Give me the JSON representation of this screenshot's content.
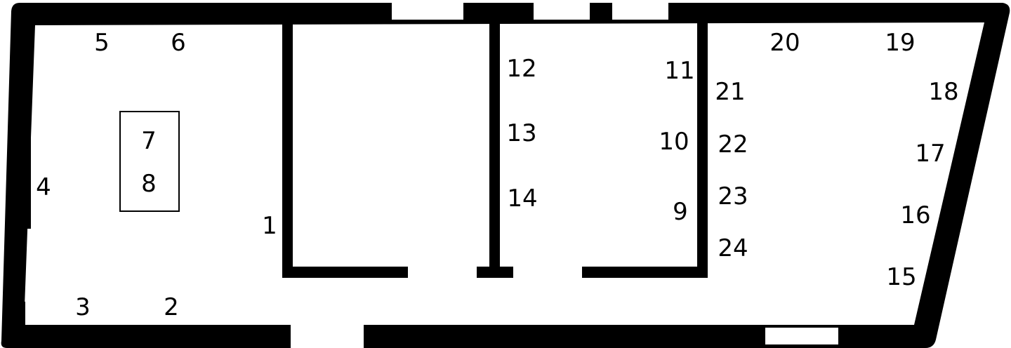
{
  "floor_plan": {
    "colors": {
      "wall": "#000000",
      "background": "#ffffff",
      "window": "#ffffff"
    },
    "exhibits": [
      {
        "number": "1"
      },
      {
        "number": "2"
      },
      {
        "number": "3"
      },
      {
        "number": "4"
      },
      {
        "number": "5"
      },
      {
        "number": "6"
      },
      {
        "number": "7"
      },
      {
        "number": "8"
      },
      {
        "number": "9"
      },
      {
        "number": "10"
      },
      {
        "number": "11"
      },
      {
        "number": "12"
      },
      {
        "number": "13"
      },
      {
        "number": "14"
      },
      {
        "number": "15"
      },
      {
        "number": "16"
      },
      {
        "number": "17"
      },
      {
        "number": "18"
      },
      {
        "number": "19"
      },
      {
        "number": "20"
      },
      {
        "number": "21"
      },
      {
        "number": "22"
      },
      {
        "number": "23"
      },
      {
        "number": "24"
      }
    ]
  }
}
